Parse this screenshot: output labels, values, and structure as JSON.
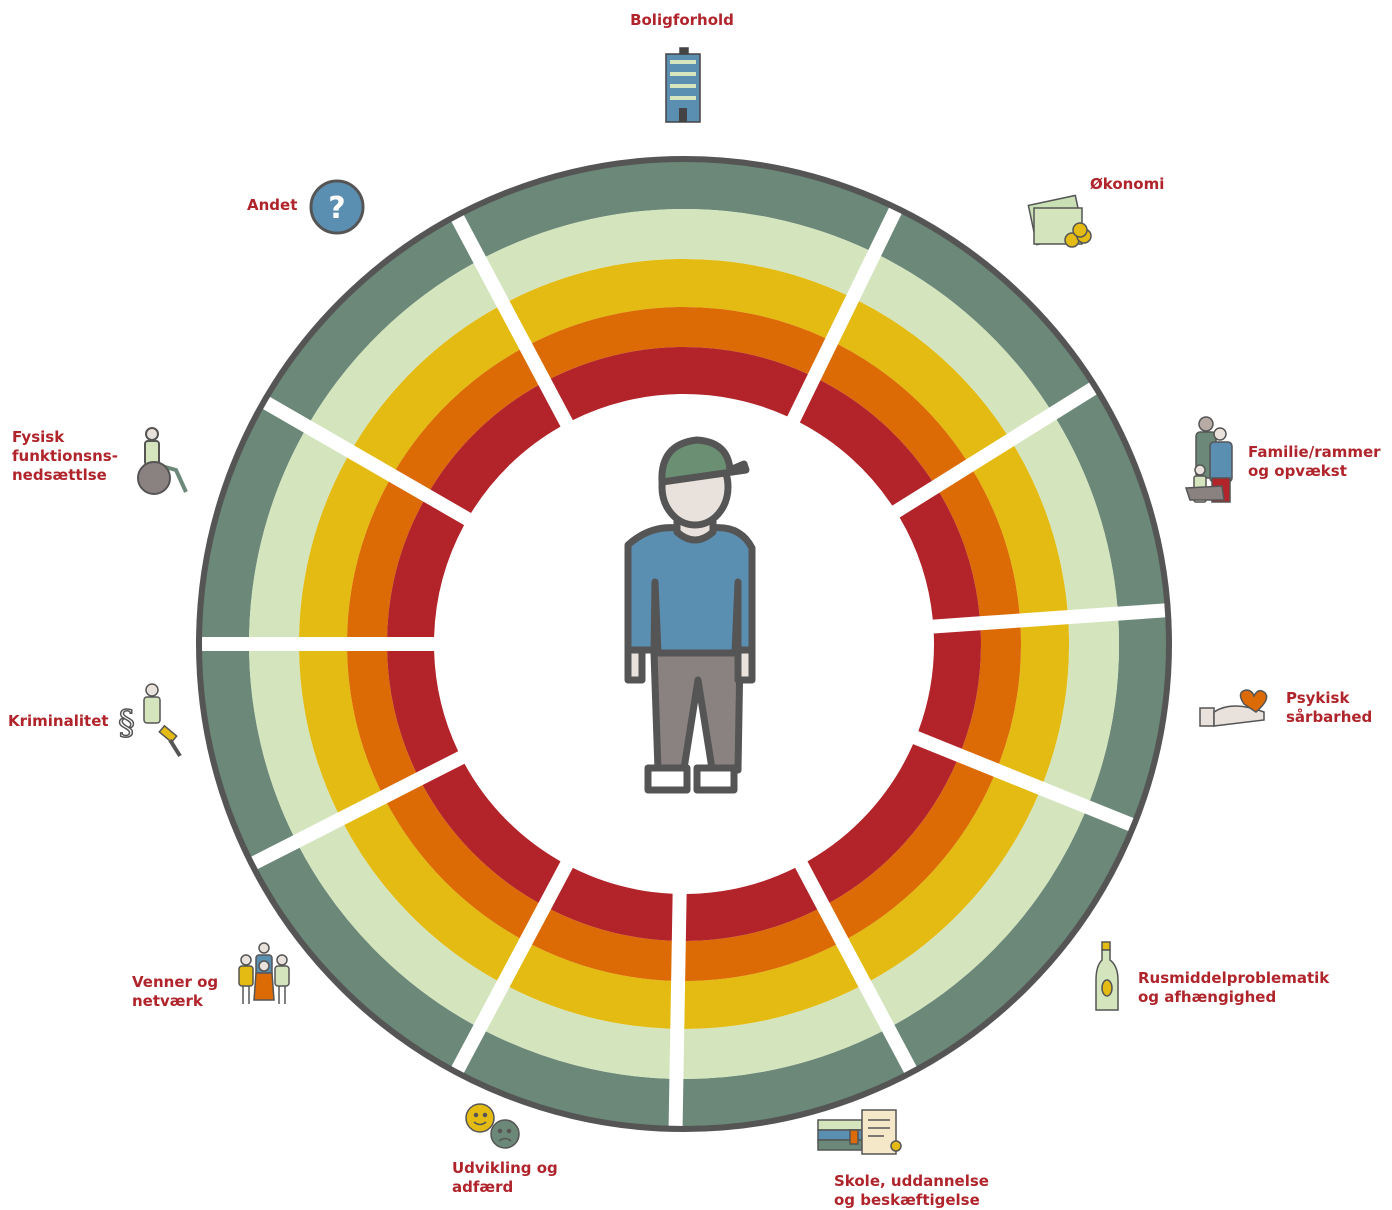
{
  "colors": {
    "ring_outer": "#6b8878",
    "ring_light": "#d4e5be",
    "ring_yellow": "#e3bb13",
    "ring_orange": "#dc6b06",
    "ring_red": "#b3242a",
    "border": "#555555",
    "label": "#b0242b",
    "person_shirt": "#5b8fb2",
    "person_pants": "#8a8281",
    "person_cap": "#6b8f73"
  },
  "center_icon": "person-with-cap",
  "categories": [
    {
      "id": "boligforhold",
      "lines": [
        "Boligforhold"
      ],
      "icon": "apartment-building-icon"
    },
    {
      "id": "okonomi",
      "lines": [
        "Økonomi"
      ],
      "icon": "money-icon"
    },
    {
      "id": "familie",
      "lines": [
        "Familie/rammer",
        "og opvækst"
      ],
      "icon": "family-icon"
    },
    {
      "id": "psykisk",
      "lines": [
        "Psykisk",
        "sårbarhed"
      ],
      "icon": "heart-in-hand-icon"
    },
    {
      "id": "rusmiddel",
      "lines": [
        "Rusmiddelproblematik",
        "og afhængighed"
      ],
      "icon": "bottle-icon"
    },
    {
      "id": "skole",
      "lines": [
        "Skole, uddannelse",
        "og beskæftigelse"
      ],
      "icon": "books-diploma-icon"
    },
    {
      "id": "udvikling",
      "lines": [
        "Udvikling og",
        "adfærd"
      ],
      "icon": "happy-sad-faces-icon"
    },
    {
      "id": "venner",
      "lines": [
        "Venner og",
        "netværk"
      ],
      "icon": "group-of-friends-icon"
    },
    {
      "id": "kriminalitet",
      "lines": [
        "Kriminalitet"
      ],
      "icon": "law-gavel-icon"
    },
    {
      "id": "fysisk",
      "lines": [
        "Fysisk",
        "funktionsns-",
        "nedsættlse"
      ],
      "icon": "wheelchair-icon"
    },
    {
      "id": "andet",
      "lines": [
        "Andet"
      ],
      "icon": "question-mark-icon"
    }
  ]
}
